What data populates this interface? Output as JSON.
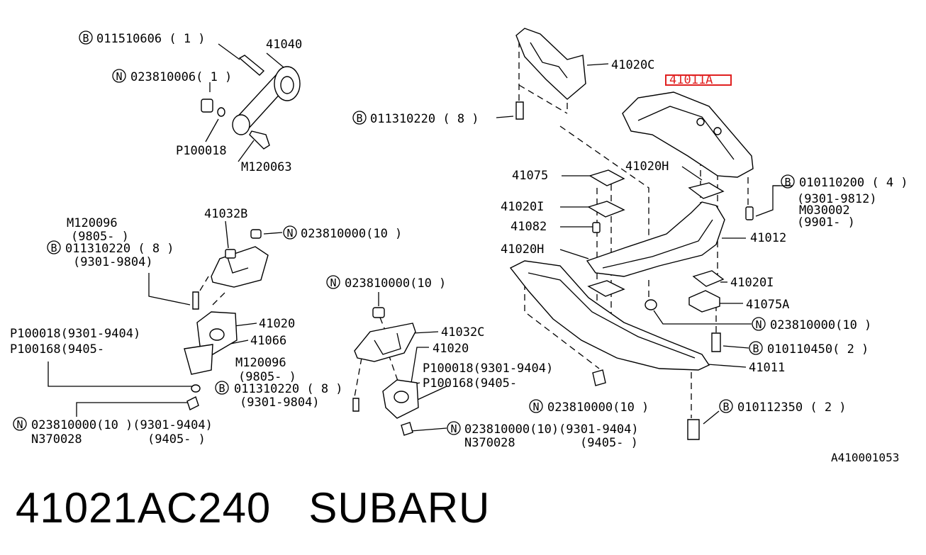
{
  "labels": {
    "top_left": {
      "l1": "011510606 ( 1  )",
      "l2": "41040",
      "l3": "023810006( 1  )",
      "l4": "P100018",
      "l5": "M120063"
    },
    "mid_left": {
      "l1": "M120096",
      "l2": "(9805-    )",
      "l3": "41032B",
      "l4": "011310220 ( 8  )",
      "l5": "(9301-9804)",
      "l6": "023810000(10 )",
      "l7": "41020",
      "l8": "P100018(9301-9404)",
      "l9": "41066",
      "l10": "P100168(9405-",
      "l11": "M120096",
      "l12": "(9805-    )",
      "l13": "011310220 ( 8  )",
      "l14": "(9301-9804)",
      "l15": "023810000(10 )(9301-9404)",
      "l16": "N370028",
      "l17": "(9405-          )"
    },
    "center": {
      "l1": "023810000(10 )",
      "l2": "41032C",
      "l3": "41020",
      "l4": "P100018(9301-9404)",
      "l5": "P100168(9405-",
      "l6": "023810000(10)(9301-9404)",
      "l7": "N370028",
      "l8": "(9405-      )"
    },
    "right": {
      "l1": "41020C",
      "l2": "41011A",
      "l3": "011310220 ( 8  )",
      "l4": "41020H",
      "l5": "41075",
      "l6": "010110200 ( 4  )",
      "l7": "(9301-9812)",
      "l8": "M030002",
      "l9": "(9901-      )",
      "l10": "41020I",
      "l11": "41082",
      "l12": "41012",
      "l13": "41020H",
      "l14": "41020I",
      "l15": "41075A",
      "l16": "023810000(10 )",
      "l17": "010110450( 2  )",
      "l18": "41011",
      "l19": "023810000(10 )",
      "l20": "010112350 ( 2  )"
    },
    "ref_code": "A410001053"
  },
  "badges": {
    "bolt": "B",
    "nut": "N"
  },
  "caption": "41021AC240   SUBARU",
  "colors": {
    "highlight": "#e02020",
    "ink": "#000000"
  }
}
